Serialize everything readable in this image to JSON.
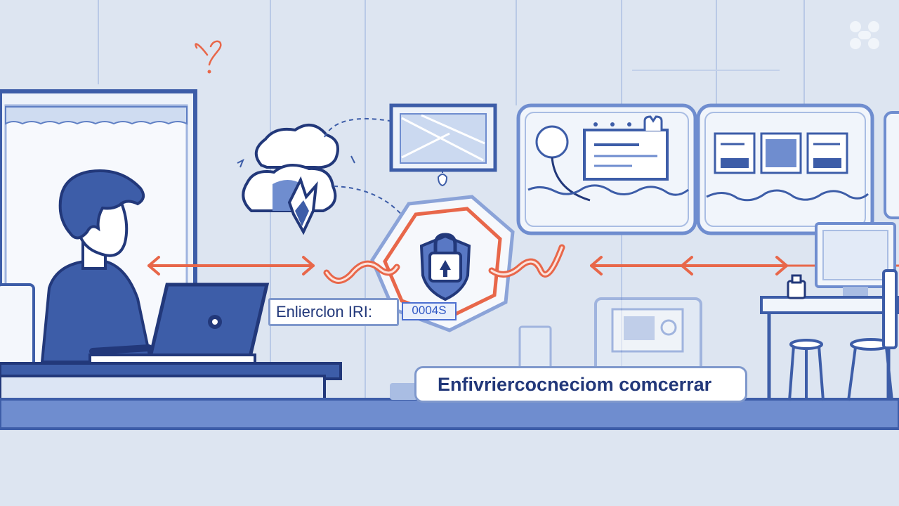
{
  "labels": {
    "encryption_label": "Enlierclon IRI:",
    "encryption_code": "0004S",
    "caption": "Enfivriercocneciom comcerrar"
  },
  "icons": [
    "person-icon",
    "laptop-icon",
    "cloud-icon",
    "lock-icon",
    "shield-icon",
    "monitor-icon",
    "dashboard-icon",
    "heart-icon",
    "logo-icon",
    "arrow-icon"
  ],
  "colors": {
    "background": "#dde5f1",
    "primary_blue": "#3d5da8",
    "dark_blue": "#22387a",
    "accent_orange": "#e8674a",
    "light_line": "#a9bde3"
  }
}
